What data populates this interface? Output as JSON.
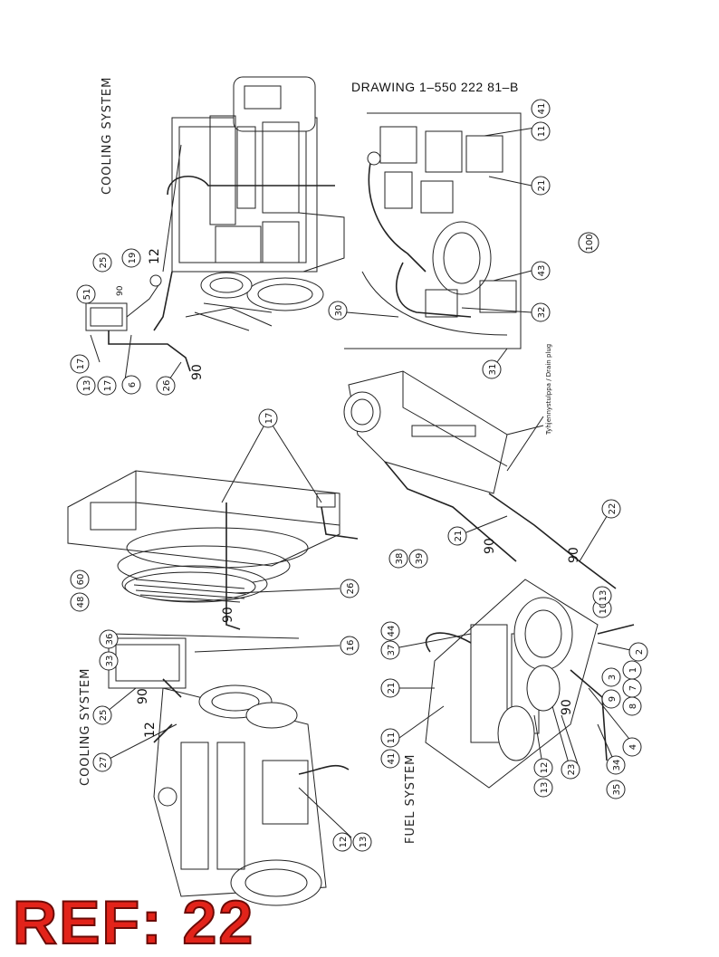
{
  "drawing_number": "DRAWING  1–550 222 81–B",
  "ref_badge": "REF: 22",
  "sections": {
    "cooling_top": "COOLING SYSTEM",
    "cooling_bottom": "COOLING SYSTEM",
    "fuel": "FUEL SYSTEM"
  },
  "drain_plug_note": "Tyhjennystulppa / Drain plug",
  "callouts": {
    "c100": "100",
    "c41a": "41",
    "c11a": "11",
    "c21a": "21",
    "c43": "43",
    "c32": "32",
    "c30": "30",
    "c31": "31",
    "c25a": "25",
    "c19": "19",
    "c51": "51",
    "c17a": "17",
    "c13a": "13",
    "c17b": "17",
    "c6": "6",
    "c26a": "26",
    "c90a": "90",
    "c12a": "12",
    "c90b": "90",
    "c17c": "17",
    "c38": "38",
    "c39": "39",
    "c60": "60",
    "c48": "48",
    "c26b": "26",
    "c16": "16",
    "c36": "36",
    "c33": "33",
    "c25b": "25",
    "c27": "27",
    "c90c": "90",
    "c12b": "12",
    "c12c": "12",
    "c13b": "13",
    "c90d": "90",
    "c21b": "21",
    "c22": "22",
    "c90e": "90",
    "c90f": "90",
    "c44": "44",
    "c37": "37",
    "c21c": "21",
    "c41b": "41",
    "c11b": "11",
    "c10": "10",
    "c13c": "13",
    "c2": "2",
    "c1": "1",
    "c3": "3",
    "c7": "7",
    "c9": "9",
    "c8": "8",
    "c4": "4",
    "c34": "34",
    "c35": "35",
    "c23": "23",
    "c12d": "12",
    "c13d": "13",
    "c90g": "90"
  }
}
